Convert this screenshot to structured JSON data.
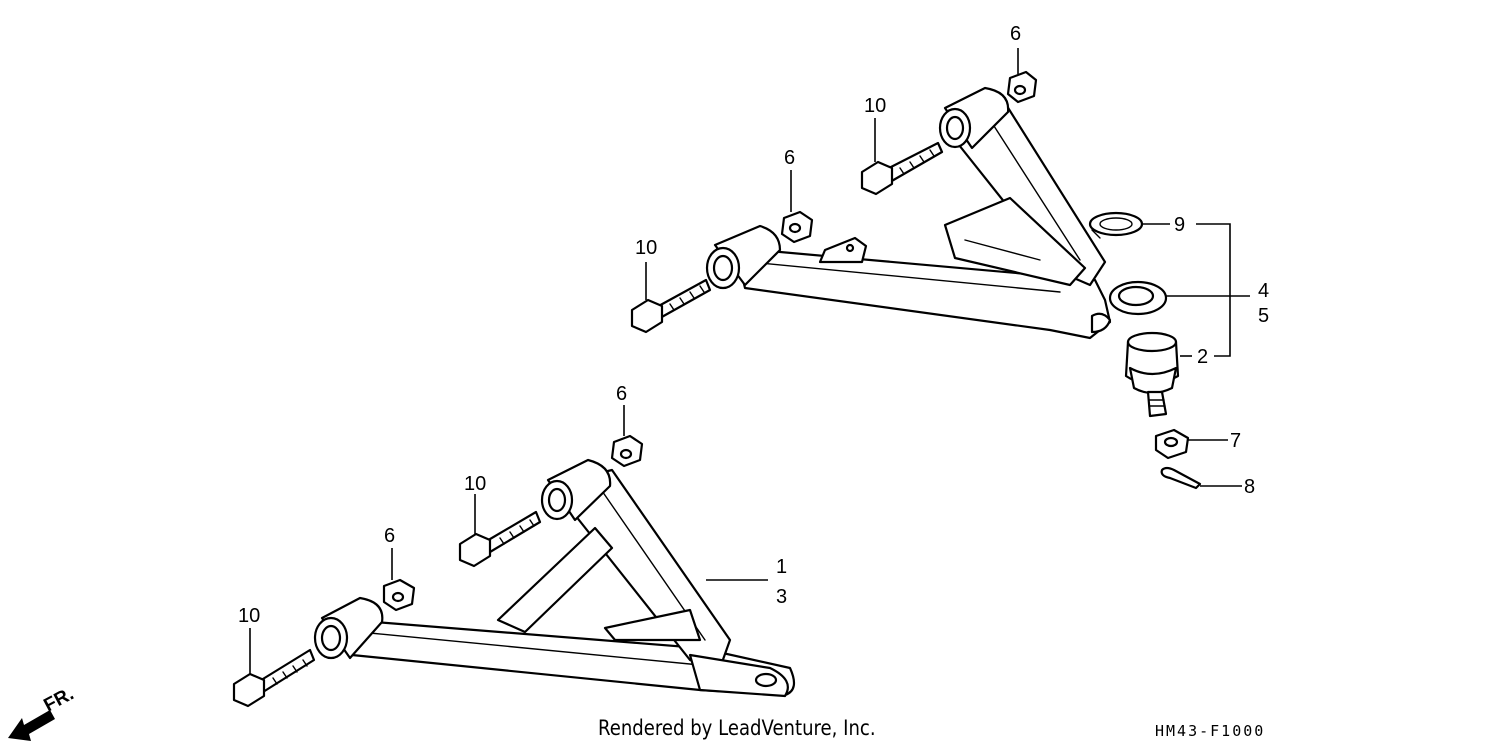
{
  "callouts": {
    "upper_nut_6": "6",
    "upper_bolt_10": "10",
    "upper_front_nut_6": "6",
    "upper_front_bolt_10": "10",
    "upper_arm_ref_4": "4",
    "upper_arm_ref_5": "5",
    "snap_ring_9": "9",
    "ball_joint_2": "2",
    "castle_nut_7": "7",
    "cotter_pin_8": "8",
    "lower_rear_nut_6": "6",
    "lower_rear_bolt_10": "10",
    "lower_front_nut_6": "6",
    "lower_front_bolt_10": "10",
    "lower_arm_ref_1": "1",
    "lower_arm_ref_3": "3"
  },
  "direction_indicator": "FR.",
  "footer": {
    "credit": "Rendered by LeadVenture, Inc.",
    "diagram_code": "HM43-F1000"
  },
  "colors": {
    "line": "#000000",
    "background": "#ffffff"
  }
}
